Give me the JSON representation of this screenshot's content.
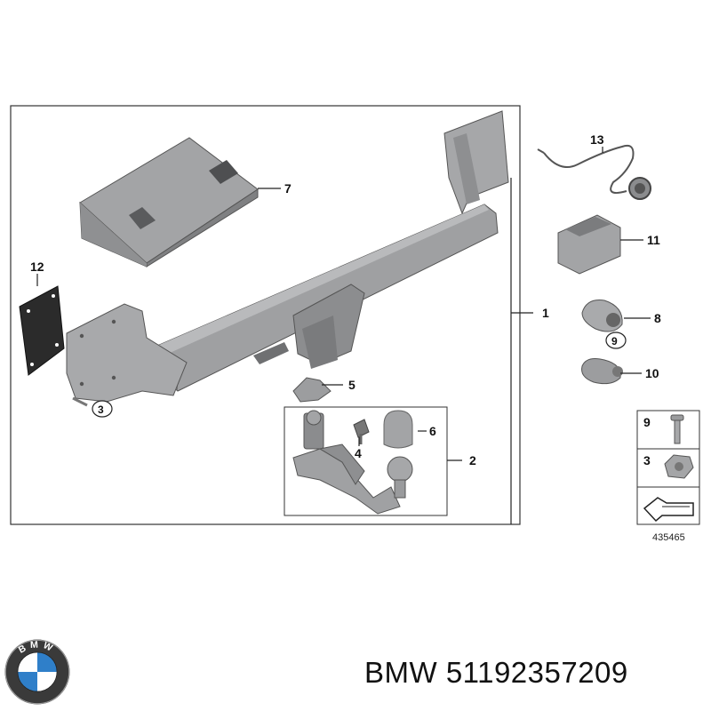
{
  "callouts": {
    "c1": "1",
    "c2": "2",
    "c3a": "3",
    "c4": "4",
    "c5": "5",
    "c6": "6",
    "c7": "7",
    "c8": "8",
    "c9a": "9",
    "c10": "10",
    "c11": "11",
    "c12": "12",
    "c13": "13",
    "legend_9": "9",
    "legend_3": "3"
  },
  "diagram_id": "435465",
  "brand_line": {
    "brand": "BMW",
    "part_number": "51192357209"
  },
  "logo": {
    "icon": "bmw-roundel-icon",
    "letters": "BMW"
  },
  "colors": {
    "part_gray": "#a7a8aa",
    "part_dark": "#6f7072",
    "outline": "#222222",
    "logo_blue": "#2f7fc9"
  }
}
